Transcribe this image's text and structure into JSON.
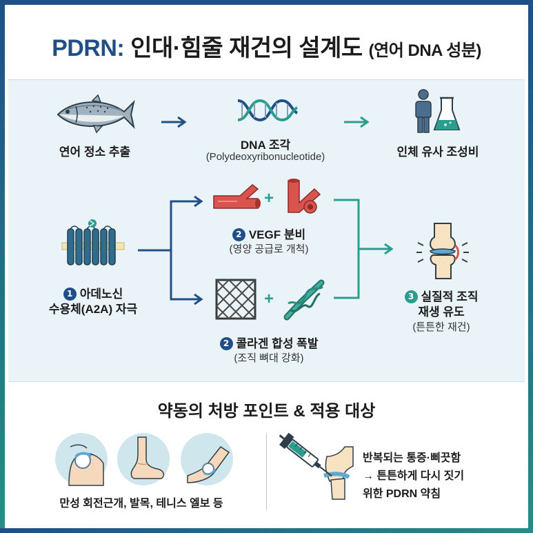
{
  "title": {
    "accent": "PDRN:",
    "main": " 인대·힘줄 재건의 설계도 ",
    "sub": "(연어 DNA 성분)"
  },
  "steps_top": {
    "salmon_label": "연어 정소 추출",
    "dna_label": "DNA 조각",
    "dna_sub": "(Polydeoxyribonucleotide)",
    "human_label": "인체 유사 조성비"
  },
  "mechanism": {
    "receptor_num": "1",
    "receptor_line1": "아데노신",
    "receptor_line2": "수용체(A2A) 자극",
    "vegf_num": "2",
    "vegf_label": "VEGF 분비",
    "vegf_sub": "(영양 공급로 개척)",
    "collagen_num": "2",
    "collagen_label": "콜라겐 합성 폭발",
    "collagen_sub": "(조직 뼈대 강화)",
    "regen_num": "3",
    "regen_line1": "실질적 조직",
    "regen_line2": "재생 유도",
    "regen_sub": "(튼튼한 재건)",
    "plus": "+"
  },
  "prescription": {
    "title": "약동의 처방 포인트 & 적용 대상",
    "targets": "만성 회전근개, 발목, 테니스 엘보 등",
    "line1": "반복되는 통증·삐끗함",
    "line2": "→ 튼튼하게 다시 짓기",
    "line3": "위한 PDRN 약침"
  },
  "icons": [
    "salmon-icon",
    "dna-icon",
    "human-flask-icon",
    "blood-vessel-icon",
    "receptor-icon",
    "collagen-mesh-icon",
    "collagen-fiber-icon",
    "knee-joint-icon",
    "shoulder-icon",
    "foot-icon",
    "elbow-icon",
    "syringe-icon"
  ],
  "colors": {
    "navy": "#1f4f86",
    "teal": "#2a9d8f",
    "red": "#d9534f",
    "panel": "#eaf4f8"
  }
}
